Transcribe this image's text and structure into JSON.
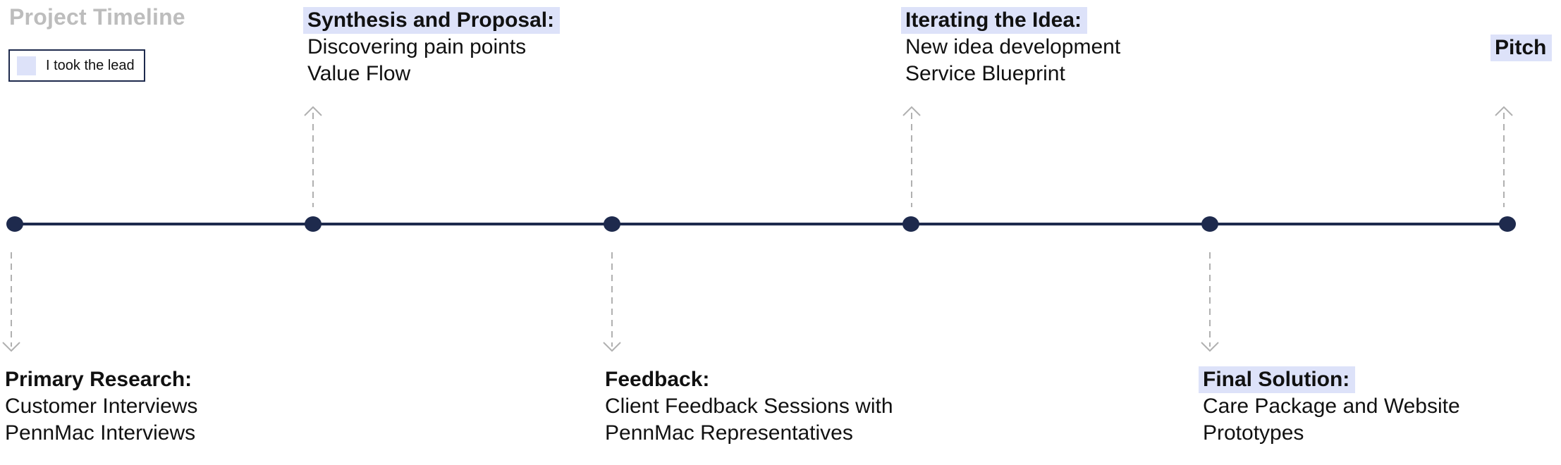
{
  "title": "Project Timeline",
  "legend": {
    "label": "I took the lead",
    "swatch_color": "#dde2f9"
  },
  "colors": {
    "line": "#1e2a4d",
    "node": "#1e2a4d",
    "connector": "#b0b0b0",
    "lead_highlight": "#dde2f9"
  },
  "steps": [
    {
      "heading": "Primary Research:",
      "lines": [
        "Customer Interviews",
        "PennMac Interviews"
      ],
      "lead": false,
      "side": "below"
    },
    {
      "heading": "Synthesis and Proposal:",
      "lines": [
        "Discovering pain points",
        "Value Flow"
      ],
      "lead": true,
      "side": "above"
    },
    {
      "heading": "Feedback:",
      "lines": [
        "Client Feedback Sessions with",
        "PennMac Representatives"
      ],
      "lead": false,
      "side": "below"
    },
    {
      "heading": "Iterating the Idea:",
      "lines": [
        "New idea development",
        "Service Blueprint"
      ],
      "lead": true,
      "side": "above"
    },
    {
      "heading": "Final Solution:",
      "lines": [
        "Care Package and Website",
        "Prototypes"
      ],
      "lead": true,
      "side": "below"
    },
    {
      "heading": "Pitch",
      "lines": [],
      "lead": true,
      "side": "above"
    }
  ]
}
